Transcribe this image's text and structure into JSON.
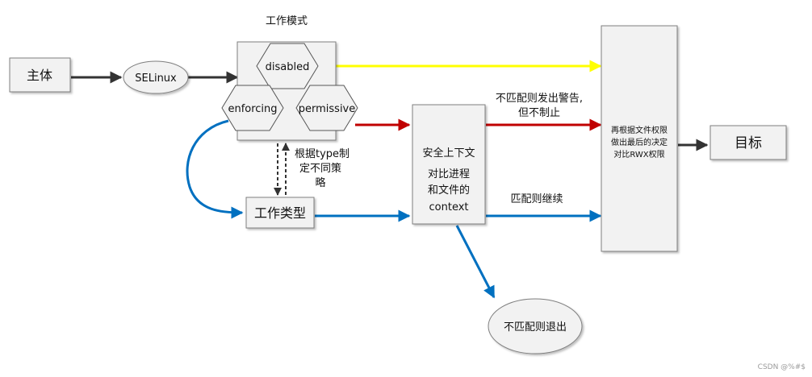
{
  "nodes": {
    "subject": "主体",
    "selinux": "SELinux",
    "work_mode_title": "工作模式",
    "mode_disabled": "disabled",
    "mode_enforcing": "enforcing",
    "mode_permissive": "permissive",
    "work_type": "工作类型",
    "context_box": {
      "line1": "安全上下文",
      "line2": "对比进程",
      "line3": "和文件的",
      "line4": "context"
    },
    "exit_node": "不匹配则退出",
    "decision_box": {
      "line1": "再根据文件权限",
      "line2": "做出最后的决定",
      "line3": "对比RWX权限"
    },
    "target": "目标"
  },
  "edge_labels": {
    "policy_line1": "根据type制",
    "policy_line2": "定不同策",
    "policy_line3": "略",
    "warn_line1": "不匹配则发出警告,",
    "warn_line2": "但不制止",
    "match_continue": "匹配则继续"
  },
  "colors": {
    "yellow_arrow": "#ffff00",
    "red_arrow": "#c00000",
    "blue_arrow": "#0070c0",
    "dark_arrow": "#333333",
    "box_fill": "#f2f2f2",
    "box_stroke": "#7f7f7f"
  },
  "watermark": "CSDN @%#$"
}
